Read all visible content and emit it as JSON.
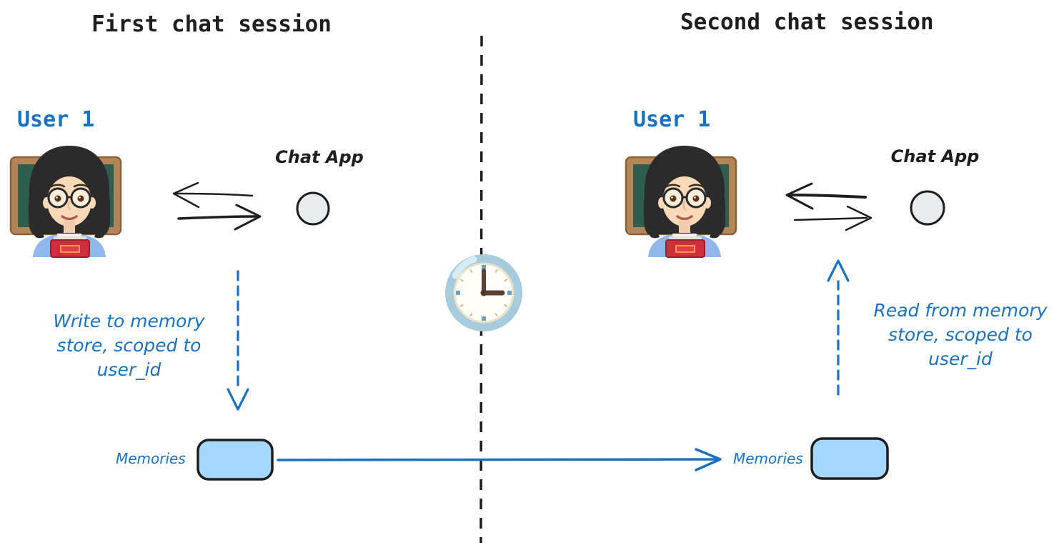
{
  "diagram": {
    "left_session": {
      "title": "First chat session",
      "user_label": "User 1",
      "chat_app_label": "Chat App",
      "annotation": [
        "Write to memory",
        "store, scoped to",
        "user_id"
      ],
      "memories_label": "Memories"
    },
    "right_session": {
      "title": "Second chat session",
      "user_label": "User 1",
      "chat_app_label": "Chat App",
      "annotation": [
        "Read from memory",
        "store, scoped to",
        "user_id"
      ],
      "memories_label": "Memories"
    },
    "icons": {
      "user_avatar": "woman-teacher-emoji",
      "divider": "dashed-session-divider",
      "time_passing": "three-oclock-clock-emoji",
      "chat_app_node": "gray-circle-node"
    },
    "colors": {
      "ink": "#1e1e1e",
      "accent_blue": "#1971c2",
      "memories_box_fill": "#a5d8ff",
      "chat_node_fill": "#e9ecef",
      "clock_body": "#a6cbdd"
    }
  }
}
